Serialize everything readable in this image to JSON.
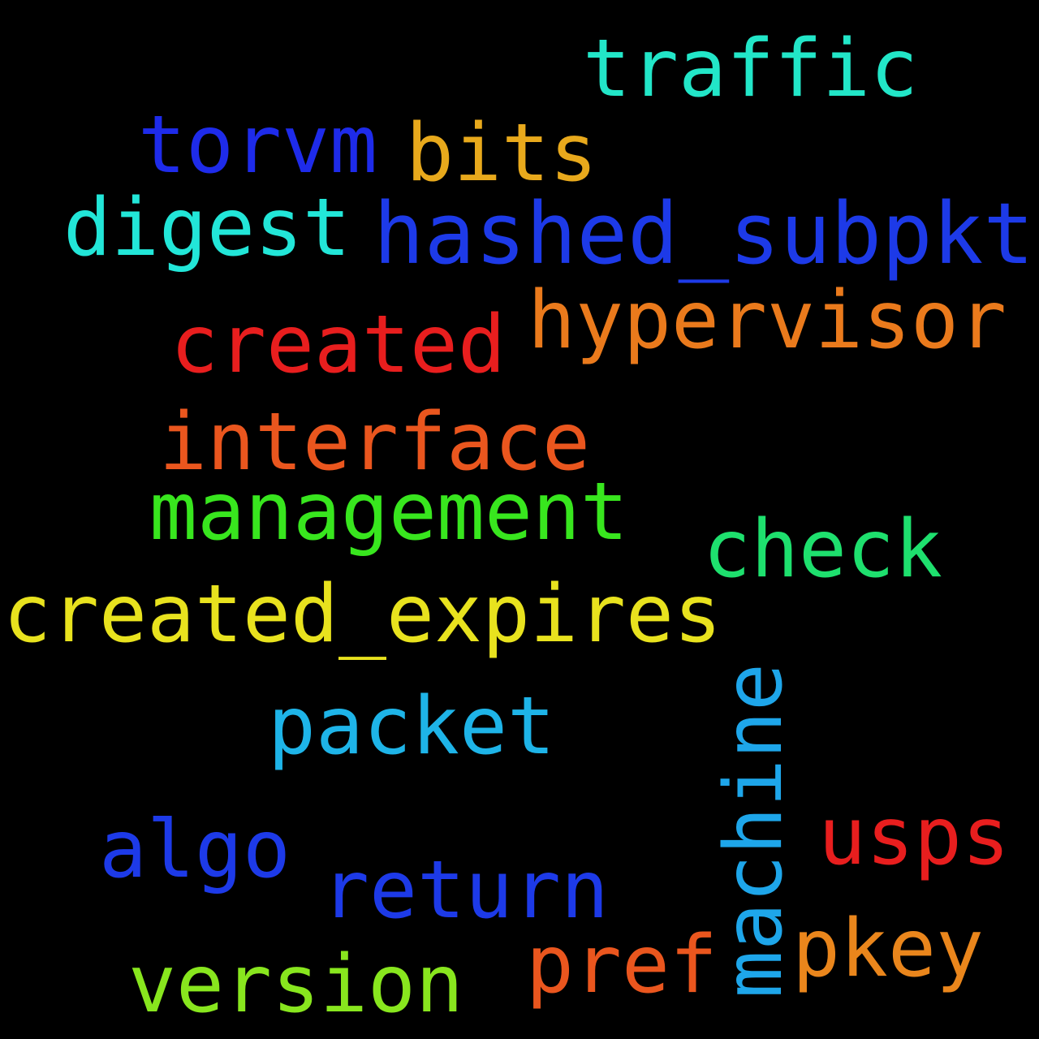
{
  "words": [
    {
      "key": "traffic",
      "text": "traffic",
      "color": "#22e6c8"
    },
    {
      "key": "torvm",
      "text": "torvm",
      "color": "#1e2bea"
    },
    {
      "key": "bits",
      "text": "bits",
      "color": "#e8a91c"
    },
    {
      "key": "digest",
      "text": "digest",
      "color": "#22e6d8"
    },
    {
      "key": "hashed_subpkt",
      "text": "hashed_subpkt",
      "color": "#1d3ae8"
    },
    {
      "key": "hypervisor",
      "text": "hypervisor",
      "color": "#ea7a1c"
    },
    {
      "key": "created",
      "text": "created",
      "color": "#e81e1e"
    },
    {
      "key": "interface",
      "text": "interface",
      "color": "#ea561e"
    },
    {
      "key": "management",
      "text": "management",
      "color": "#38e61e"
    },
    {
      "key": "check",
      "text": "check",
      "color": "#1ee06e"
    },
    {
      "key": "created_expires",
      "text": "created_expires",
      "color": "#e8e21e"
    },
    {
      "key": "packet",
      "text": "packet",
      "color": "#1eb4e8"
    },
    {
      "key": "machine",
      "text": "machine",
      "color": "#1ea6ea"
    },
    {
      "key": "usps",
      "text": "usps",
      "color": "#e81e1e"
    },
    {
      "key": "algo",
      "text": "algo",
      "color": "#1d3ae8"
    },
    {
      "key": "return",
      "text": "return",
      "color": "#1d3ae8"
    },
    {
      "key": "pref",
      "text": "pref",
      "color": "#ea561e"
    },
    {
      "key": "pkey",
      "text": "pkey",
      "color": "#ea861c"
    },
    {
      "key": "version",
      "text": "version",
      "color": "#88e61e"
    }
  ]
}
